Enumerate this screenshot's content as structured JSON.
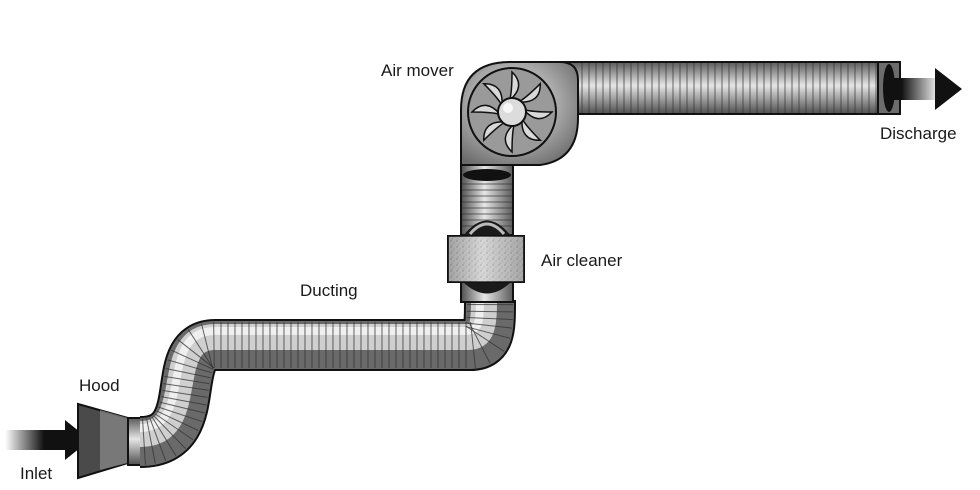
{
  "labels": {
    "air_mover": "Air mover",
    "discharge": "Discharge",
    "air_cleaner": "Air cleaner",
    "ducting": "Ducting",
    "hood": "Hood",
    "inlet": "Inlet"
  },
  "colors": {
    "duct_dark": "#5c5c5c",
    "duct_light": "#dcdcdc",
    "outline": "#111111",
    "filter": "#c9c9c9",
    "arrow": "#111111"
  },
  "icons": {
    "inlet_arrow": "arrow-right-icon",
    "discharge_arrow": "arrow-right-icon",
    "fan": "fan-icon"
  }
}
